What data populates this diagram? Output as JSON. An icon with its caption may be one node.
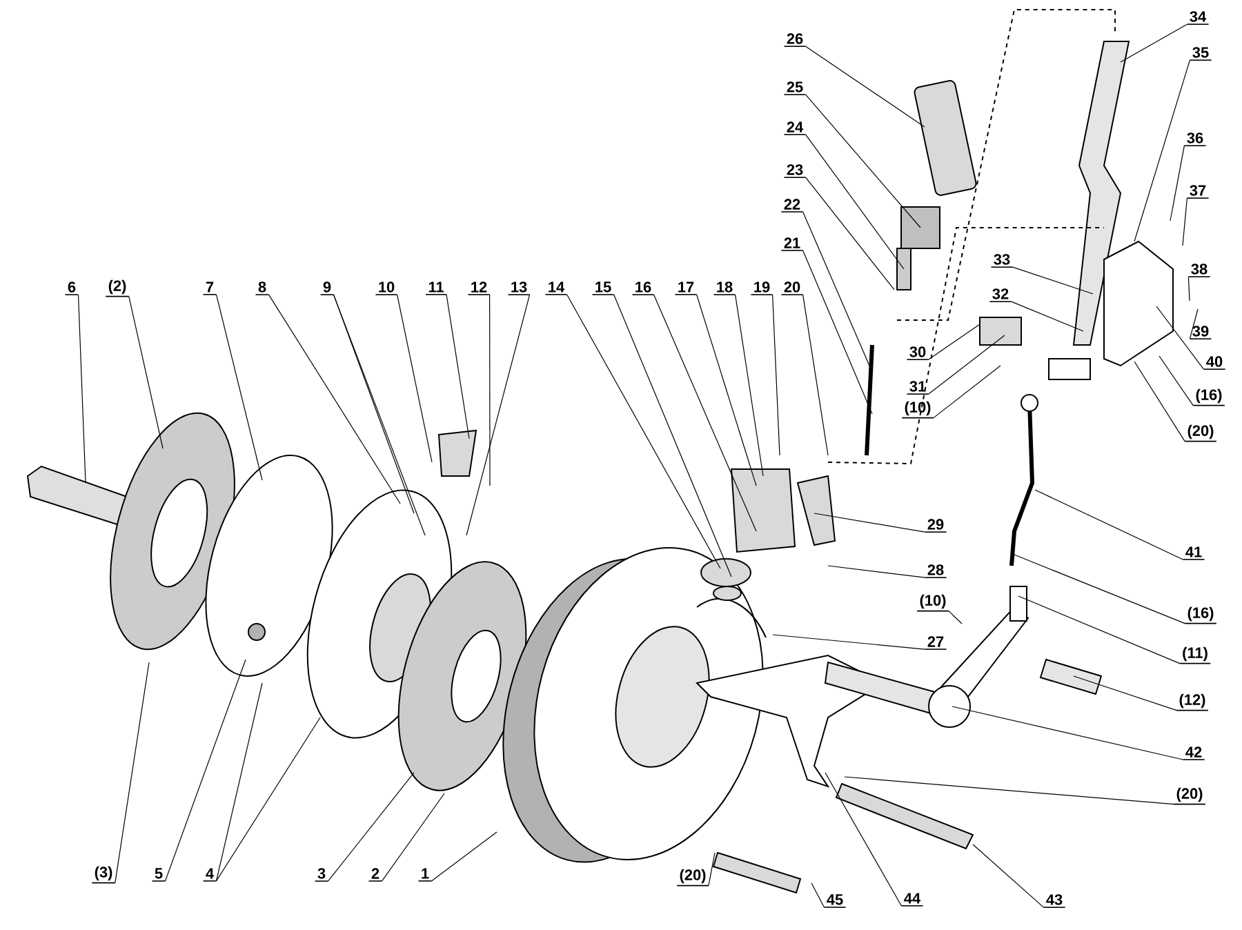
{
  "diagram": {
    "nodes": [
      {
        "text": [
          "6"
        ]
      },
      {
        "text": [
          "(2)"
        ]
      },
      {
        "text": [
          "7"
        ]
      },
      {
        "text": [
          "8"
        ]
      },
      {
        "text": [
          "9"
        ]
      },
      {
        "text": [
          "10"
        ]
      },
      {
        "text": [
          "11"
        ]
      },
      {
        "text": [
          "12"
        ]
      },
      {
        "text": [
          "13"
        ]
      },
      {
        "text": [
          "14"
        ]
      },
      {
        "text": [
          "15"
        ]
      },
      {
        "text": [
          "16"
        ]
      },
      {
        "text": [
          "17"
        ]
      },
      {
        "text": [
          "18"
        ]
      },
      {
        "text": [
          "19"
        ]
      },
      {
        "text": [
          "20"
        ]
      },
      {
        "text": [
          "26"
        ]
      },
      {
        "text": [
          "25"
        ]
      },
      {
        "text": [
          "24"
        ]
      },
      {
        "text": [
          "23"
        ]
      },
      {
        "text": [
          "22"
        ]
      },
      {
        "text": [
          "21"
        ]
      },
      {
        "text": [
          "34"
        ]
      },
      {
        "text": [
          "35"
        ]
      },
      {
        "text": [
          "36"
        ]
      },
      {
        "text": [
          "37"
        ]
      },
      {
        "text": [
          "33"
        ]
      },
      {
        "text": [
          "32"
        ]
      },
      {
        "text": [
          "30"
        ]
      },
      {
        "text": [
          "31"
        ]
      },
      {
        "text": [
          "(10)"
        ]
      },
      {
        "text": [
          "38"
        ]
      },
      {
        "text": [
          "39"
        ]
      },
      {
        "text": [
          "40"
        ]
      },
      {
        "text": [
          "(16)"
        ]
      },
      {
        "text": [
          "(20)"
        ]
      },
      {
        "text": [
          "29"
        ]
      },
      {
        "text": [
          "28"
        ]
      },
      {
        "text": [
          "(10)"
        ]
      },
      {
        "text": [
          "27"
        ]
      },
      {
        "text": [
          "41"
        ]
      },
      {
        "text": [
          "(16)"
        ]
      },
      {
        "text": [
          "(11)"
        ]
      },
      {
        "text": [
          "(12)"
        ]
      },
      {
        "text": [
          "42"
        ]
      },
      {
        "text": [
          "(20)"
        ]
      },
      {
        "text": [
          "43"
        ]
      },
      {
        "text": [
          "44"
        ]
      },
      {
        "text": [
          "45"
        ]
      },
      {
        "text": [
          "(20)"
        ]
      },
      {
        "text": [
          "(3)"
        ]
      },
      {
        "text": [
          "5"
        ]
      },
      {
        "text": [
          "4"
        ]
      },
      {
        "text": [
          "3"
        ]
      },
      {
        "text": [
          "2"
        ]
      },
      {
        "text": [
          "1"
        ]
      }
    ],
    "edges": [
      {
        "from": 0,
        "to": null,
        "arrow": "none"
      },
      {
        "from": 1,
        "to": null,
        "arrow": "none"
      },
      {
        "from": 2,
        "to": null,
        "arrow": "none"
      },
      {
        "from": 3,
        "to": null,
        "arrow": "none"
      },
      {
        "from": 4,
        "to": null,
        "arrow": "none"
      },
      {
        "from": 4,
        "to": null,
        "arrow": "none"
      },
      {
        "from": 5,
        "to": null,
        "arrow": "none"
      },
      {
        "from": 6,
        "to": null,
        "arrow": "none"
      },
      {
        "from": 7,
        "to": null,
        "arrow": "none"
      },
      {
        "from": 8,
        "to": null,
        "arrow": "none"
      },
      {
        "from": 9,
        "to": null,
        "arrow": "none"
      },
      {
        "from": 10,
        "to": null,
        "arrow": "none"
      },
      {
        "from": 11,
        "to": null,
        "arrow": "none"
      },
      {
        "from": 12,
        "to": null,
        "arrow": "none"
      },
      {
        "from": 13,
        "to": null,
        "arrow": "none"
      },
      {
        "from": 14,
        "to": null,
        "arrow": "none"
      },
      {
        "from": 15,
        "to": null,
        "arrow": "none"
      },
      {
        "from": 16,
        "to": null,
        "arrow": "none"
      },
      {
        "from": 17,
        "to": null,
        "arrow": "none"
      },
      {
        "from": 18,
        "to": null,
        "arrow": "none"
      },
      {
        "from": 19,
        "to": null,
        "arrow": "none"
      },
      {
        "from": 20,
        "to": null,
        "arrow": "none"
      },
      {
        "from": 21,
        "to": null,
        "arrow": "none"
      },
      {
        "from": 22,
        "to": null,
        "arrow": "none"
      },
      {
        "from": 23,
        "to": null,
        "arrow": "none"
      },
      {
        "from": 24,
        "to": null,
        "arrow": "none"
      },
      {
        "from": 25,
        "to": null,
        "arrow": "none"
      },
      {
        "from": 26,
        "to": null,
        "arrow": "none"
      },
      {
        "from": 27,
        "to": null,
        "arrow": "none"
      },
      {
        "from": 28,
        "to": null,
        "arrow": "none"
      },
      {
        "from": 29,
        "to": null,
        "arrow": "none"
      },
      {
        "from": 30,
        "to": null,
        "arrow": "none"
      },
      {
        "from": 31,
        "to": null,
        "arrow": "none"
      },
      {
        "from": 32,
        "to": null,
        "arrow": "none"
      },
      {
        "from": 33,
        "to": null,
        "arrow": "none"
      },
      {
        "from": 34,
        "to": null,
        "arrow": "none"
      },
      {
        "from": 35,
        "to": null,
        "arrow": "none"
      },
      {
        "from": 36,
        "to": null,
        "arrow": "none"
      },
      {
        "from": 37,
        "to": null,
        "arrow": "none"
      },
      {
        "from": 38,
        "to": null,
        "arrow": "none"
      },
      {
        "from": 39,
        "to": null,
        "arrow": "none"
      },
      {
        "from": 40,
        "to": null,
        "arrow": "none"
      },
      {
        "from": 41,
        "to": null,
        "arrow": "none"
      },
      {
        "from": 42,
        "to": null,
        "arrow": "none"
      },
      {
        "from": 43,
        "to": null,
        "arrow": "none"
      },
      {
        "from": 44,
        "to": null,
        "arrow": "none"
      },
      {
        "from": 45,
        "to": null,
        "arrow": "none"
      },
      {
        "from": 46,
        "to": null,
        "arrow": "none"
      },
      {
        "from": 47,
        "to": null,
        "arrow": "none"
      },
      {
        "from": 48,
        "to": null,
        "arrow": "none"
      },
      {
        "from": 49,
        "to": null,
        "arrow": "none"
      },
      {
        "from": 50,
        "to": null,
        "arrow": "none"
      },
      {
        "from": 51,
        "to": null,
        "arrow": "none"
      },
      {
        "from": 52,
        "to": null,
        "arrow": "none"
      },
      {
        "from": 52,
        "to": null,
        "arrow": "none"
      },
      {
        "from": 53,
        "to": null,
        "arrow": "none"
      },
      {
        "from": 54,
        "to": null,
        "arrow": "none"
      },
      {
        "from": 55,
        "to": null,
        "arrow": "none"
      }
    ]
  }
}
